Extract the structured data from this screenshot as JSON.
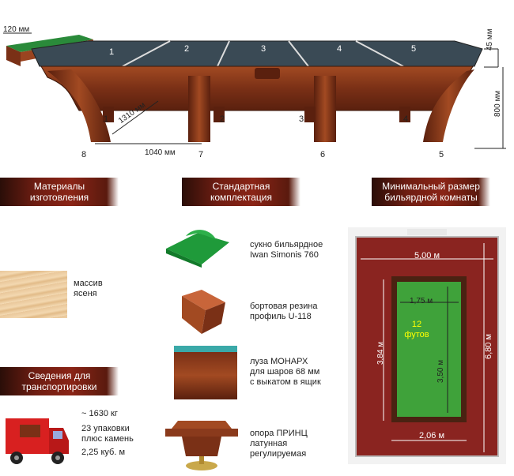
{
  "dimensions": {
    "rail_width": "120 мм",
    "table_height": "800 мм",
    "top_thickness": "45 мм",
    "leg_spacing_depth": "1310 мм",
    "leg_spacing_width": "1040 мм"
  },
  "slate_sections": [
    "1",
    "2",
    "3",
    "4",
    "5"
  ],
  "leg_numbers": [
    "1",
    "2",
    "3",
    "4",
    "5",
    "6",
    "7",
    "8"
  ],
  "sections": {
    "materials": {
      "line1": "Материалы",
      "line2": "изготовления"
    },
    "equipment": {
      "line1": "Стандартная",
      "line2": "комплектация"
    },
    "room": {
      "line1": "Минимальный размер",
      "line2": "бильярдной комнаты"
    },
    "transport": {
      "line1": "Сведения для",
      "line2": "транспортировки"
    }
  },
  "materials": {
    "wood_line1": "массив",
    "wood_line2": "ясеня"
  },
  "equipment_items": [
    {
      "line1": "сукно бильярдное",
      "line2": "Iwan Simonis 760",
      "line3": ""
    },
    {
      "line1": "бортовая резина",
      "line2": "профиль U-118",
      "line3": ""
    },
    {
      "line1": "луза МОНАРХ",
      "line2": "для шаров 68 мм",
      "line3": "с выкатом в ящик"
    },
    {
      "line1": "опора ПРИНЦ",
      "line2": "латунная",
      "line3": "регулируемая"
    }
  ],
  "transport": {
    "weight": "~ 1630 кг",
    "packages_line1": "23 упаковки",
    "packages_line2": "плюс камень",
    "volume": "2,25 куб. м"
  },
  "room": {
    "room_width": "5,00 м",
    "room_length": "6,80 м",
    "table_width": "1,75 м",
    "table_length": "3,50 м",
    "table_size_line1": "12",
    "table_size_line2": "футов",
    "clearance_width": "2,06 м",
    "clearance_length": "3,84 м"
  },
  "colors": {
    "header_dark": "#2a0e08",
    "header_red": "#8a2416",
    "wood": "#8a3a1c",
    "felt": "#3fa23a",
    "carpet": "#8a2420",
    "slate": "#3a4a55"
  }
}
